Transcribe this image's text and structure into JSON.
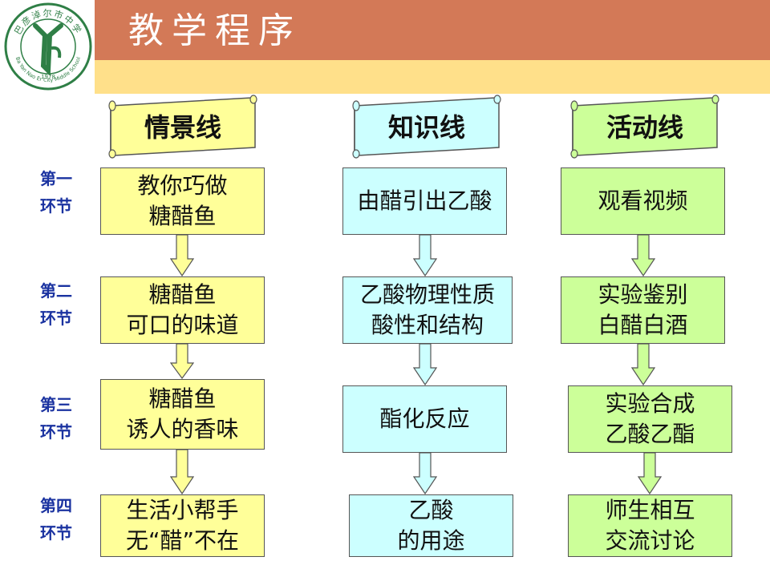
{
  "header": {
    "title": "教学程序"
  },
  "logo": {
    "arc_text": "巴彦淖尔市中学",
    "english_text": "Ba Yan Nao Er City Middle School",
    "year": "1978"
  },
  "columns": [
    {
      "label": "情景线"
    },
    {
      "label": "知识线"
    },
    {
      "label": "活动线"
    }
  ],
  "stages": [
    {
      "line1": "第一",
      "line2": "环节"
    },
    {
      "line1": "第二",
      "line2": "环节"
    },
    {
      "line1": "第三",
      "line2": "环节"
    },
    {
      "line1": "第四",
      "line2": "环节"
    }
  ],
  "boxes": {
    "scene": [
      {
        "lines": [
          "教你巧做",
          "糖醋鱼"
        ]
      },
      {
        "lines": [
          "糖醋鱼",
          "可口的味道"
        ]
      },
      {
        "lines": [
          "糖醋鱼",
          "诱人的香味"
        ]
      },
      {
        "lines": [
          "生活小帮手",
          "无“醋”不在"
        ]
      }
    ],
    "knowledge": [
      {
        "lines": [
          "由醋引出乙酸"
        ]
      },
      {
        "lines": [
          "乙酸物理性质",
          "酸性和结构"
        ]
      },
      {
        "lines": [
          "酯化反应"
        ]
      },
      {
        "lines": [
          "乙酸",
          "的用途"
        ]
      }
    ],
    "activity": [
      {
        "lines": [
          "观看视频"
        ]
      },
      {
        "lines": [
          "实验鉴别",
          "白醋白酒"
        ]
      },
      {
        "lines": [
          "实验合成",
          "乙酸乙酯"
        ]
      },
      {
        "lines": [
          "师生相互",
          "交流讨论"
        ]
      }
    ]
  },
  "colors": {
    "header_top": "#d37957",
    "header_bottom": "#ffe08a",
    "scene_fill": "#ffff99",
    "knowledge_fill": "#ccffff",
    "activity_fill": "#ccff99",
    "stage_text": "#1a32a0"
  }
}
